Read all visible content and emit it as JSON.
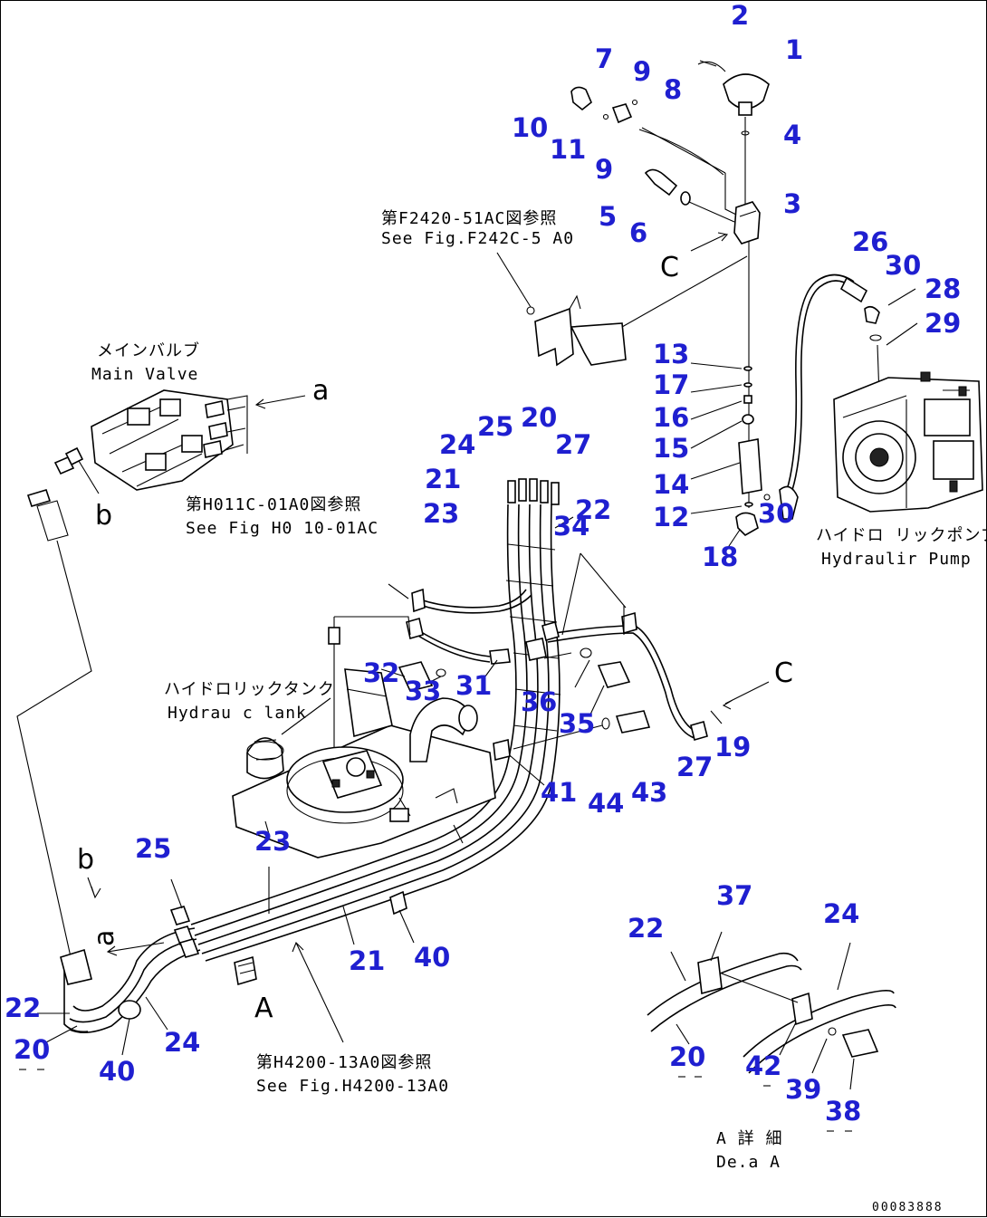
{
  "callouts": [
    {
      "n": "1"
    },
    {
      "n": "2"
    },
    {
      "n": "3"
    },
    {
      "n": "4"
    },
    {
      "n": "5"
    },
    {
      "n": "6"
    },
    {
      "n": "7"
    },
    {
      "n": "8"
    },
    {
      "n": "9"
    },
    {
      "n": "9"
    },
    {
      "n": "10"
    },
    {
      "n": "11"
    },
    {
      "n": "12"
    },
    {
      "n": "13"
    },
    {
      "n": "14"
    },
    {
      "n": "15"
    },
    {
      "n": "16"
    },
    {
      "n": "17"
    },
    {
      "n": "18"
    },
    {
      "n": "19"
    },
    {
      "n": "20"
    },
    {
      "n": "20"
    },
    {
      "n": "20"
    },
    {
      "n": "21"
    },
    {
      "n": "21"
    },
    {
      "n": "22"
    },
    {
      "n": "22"
    },
    {
      "n": "22"
    },
    {
      "n": "23"
    },
    {
      "n": "23"
    },
    {
      "n": "24"
    },
    {
      "n": "24"
    },
    {
      "n": "24"
    },
    {
      "n": "25"
    },
    {
      "n": "25"
    },
    {
      "n": "26"
    },
    {
      "n": "27"
    },
    {
      "n": "27"
    },
    {
      "n": "28"
    },
    {
      "n": "29"
    },
    {
      "n": "30"
    },
    {
      "n": "30"
    },
    {
      "n": "31"
    },
    {
      "n": "32"
    },
    {
      "n": "33"
    },
    {
      "n": "34"
    },
    {
      "n": "35"
    },
    {
      "n": "36"
    },
    {
      "n": "37"
    },
    {
      "n": "38"
    },
    {
      "n": "39"
    },
    {
      "n": "40"
    },
    {
      "n": "40"
    },
    {
      "n": "41"
    },
    {
      "n": "42"
    },
    {
      "n": "43"
    },
    {
      "n": "44"
    }
  ],
  "labels": {
    "ref_f2420_jp": "第F2420-51AC図参照",
    "ref_f2420_en": "See Fig.F242C-5 A0",
    "main_valve_jp": "メインバルブ",
    "main_valve_en": "Main Valve",
    "ref_h0110_jp": "第H011C-01A0図参照",
    "ref_h0110_en": "See Fig H0 10-01AC",
    "hyd_tank_jp": "ハイドロリックタンク",
    "hyd_tank_en": "Hydrau  c lank",
    "hyd_pump_jp": "ハイドロ リックポンプ",
    "hyd_pump_en": "Hydraulir Pump",
    "ref_h4200_jp": "第H4200-13A0図参照",
    "ref_h4200_en": "See Fig.H4200-13A0",
    "detail_jp": "A 詳  細",
    "detail_en": "De.a   A",
    "arrow_a_upper": "a",
    "arrow_b_upper": "b",
    "arrow_c_upper": "C",
    "arrow_c_right": "C",
    "arrow_b_lower": "b",
    "arrow_a_lower": "a",
    "view_a": "A",
    "drawing_number": "00083888"
  }
}
